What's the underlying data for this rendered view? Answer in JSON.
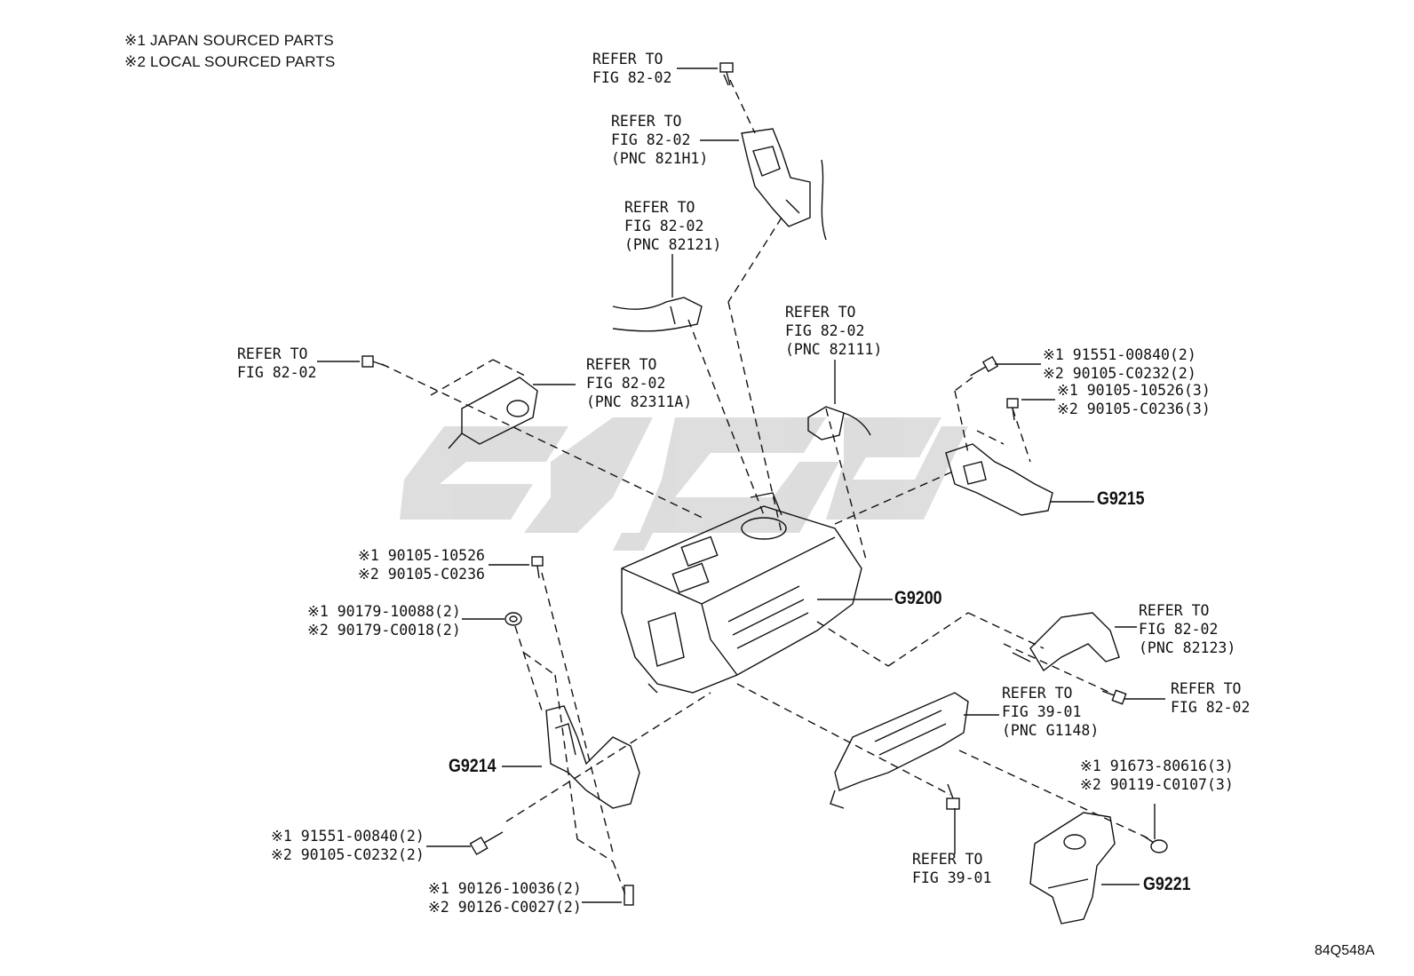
{
  "notes": {
    "n1": "※1 JAPAN SOURCED PARTS",
    "n2": "※2 LOCAL SOURCED PARTS"
  },
  "refs": {
    "r1": "REFER TO\nFIG 82-02",
    "r2": "REFER TO\nFIG 82-02\n(PNC 821H1)",
    "r3": "REFER TO\nFIG 82-02\n(PNC 82121)",
    "r4": "REFER TO\nFIG 82-02\n(PNC 82111)",
    "r5": "REFER TO\nFIG 82-02",
    "r6": "REFER TO\nFIG 82-02\n(PNC 82311A)",
    "r7": "REFER TO\nFIG 82-02\n(PNC 82123)",
    "r8": "REFER TO\nFIG 82-02",
    "r9": "REFER TO\nFIG 39-01\n(PNC G1148)",
    "r10": "REFER TO\nFIG 39-01"
  },
  "parts": {
    "p1": "※1 91551-00840(2)\n※2 90105-C0232(2)",
    "p2": "※1 90105-10526(3)\n※2 90105-C0236(3)",
    "p3": "※1 90105-10526\n※2 90105-C0236",
    "p4": "※1 90179-10088(2)\n※2 90179-C0018(2)",
    "p5": "※1 91551-00840(2)\n※2 90105-C0232(2)",
    "p6": "※1 90126-10036(2)\n※2 90126-C0027(2)",
    "p7": "※1 91673-80616(3)\n※2 90119-C0107(3)"
  },
  "groups": {
    "g9215": "G9215",
    "g9200": "G9200",
    "g9214": "G9214",
    "g9221": "G9221"
  },
  "diagram_code": "84Q548A",
  "colors": {
    "line": "#111111",
    "watermark": "#d9d9d9"
  }
}
